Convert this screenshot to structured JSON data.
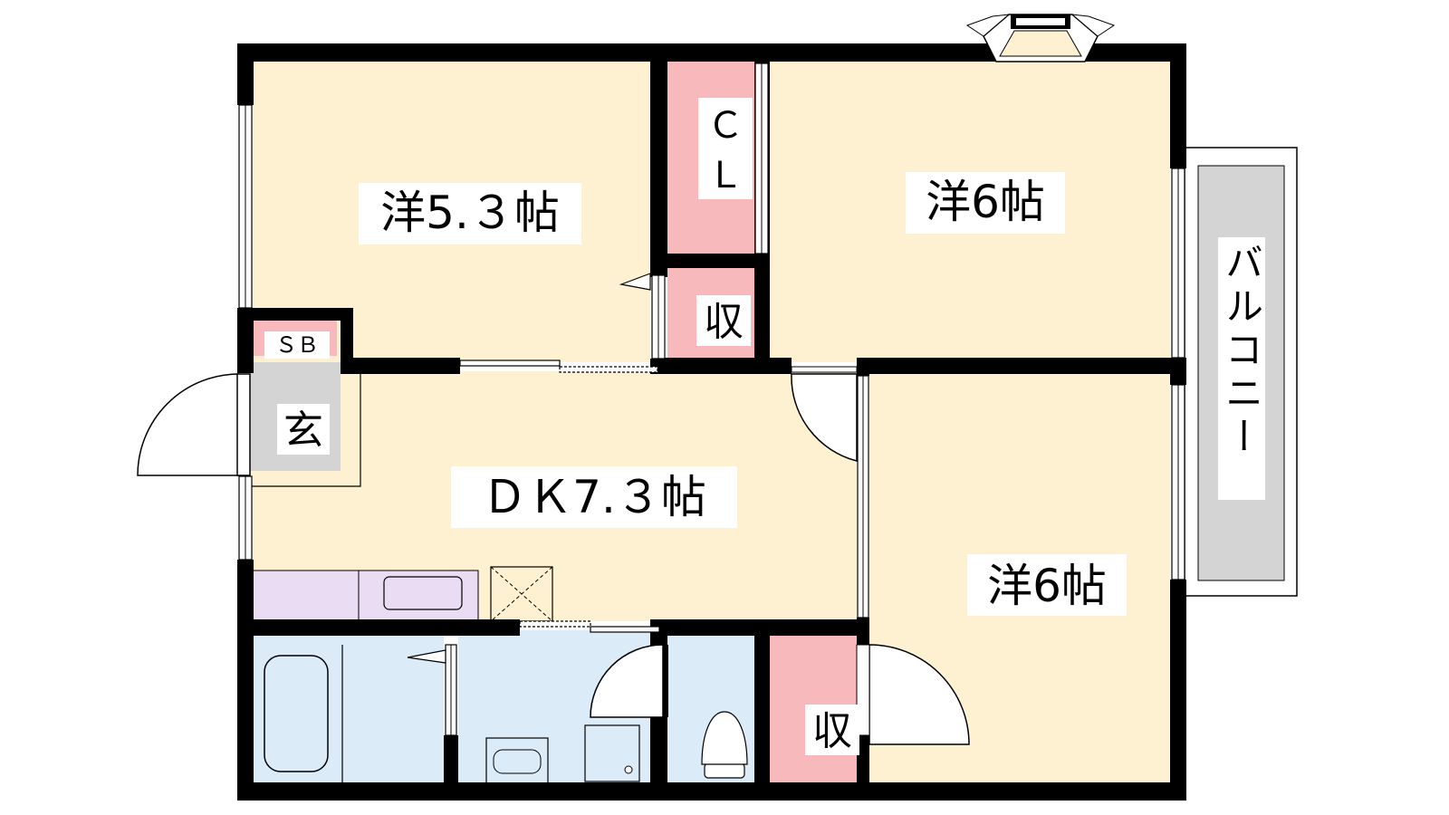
{
  "floor_plan": {
    "rooms": {
      "western_a": "洋5.３帖",
      "western_b": "洋6帖",
      "western_c": "洋6帖",
      "dk": "ＤＫ7.３帖",
      "entrance": "玄",
      "shoe_box": "ＳＢ",
      "closet_line1": "Ｃ",
      "closet_line2": "Ｌ",
      "storage_top": "収",
      "storage_bottom": "収",
      "balcony": "バルコニー"
    },
    "colors": {
      "room": "#fdf1d2",
      "closet": "#f8b9bc",
      "wet_area": "#dcebf8",
      "kitchen": "#e9dcf3",
      "entrance": "#d4d4d4",
      "balcony": "#d4d4d4",
      "wall": "#000000"
    }
  }
}
